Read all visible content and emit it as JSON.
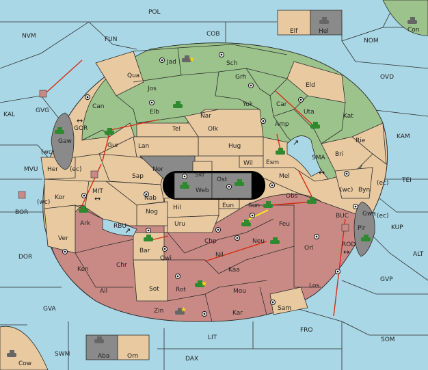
{
  "colors": {
    "sea": "#a9d7e6",
    "neutral": "#e8c9a0",
    "green": "#9cc38c",
    "red": "#c98a85",
    "grey": "#8a8a8a",
    "order_move": "#d62b12",
    "order_support": "#ffff00"
  },
  "labels": {
    "POL": "POL",
    "NVM": "NVM",
    "FUN": "FUN",
    "COB": "COB",
    "NOM": "NOM",
    "Con": "Con",
    "Elf": "Elf",
    "Hel": "Hel",
    "OVD": "OVD",
    "KAL": "KAL",
    "GVG": "GVG",
    "KAM": "KAM",
    "Jad": "Jad",
    "Sch": "Sch",
    "Qua": "Qua",
    "Jos": "Jos",
    "Grh": "Grh",
    "Eld": "Eld",
    "Can": "Can",
    "Elb": "Elb",
    "Nar": "Nar",
    "Yok": "Yok",
    "Car": "Car",
    "Uta": "Uta",
    "Kat": "Kat",
    "GOR": "GOR",
    "Gaw": "Gaw",
    "Tel": "Tel",
    "Olk": "Olk",
    "Amp": "Amp",
    "Rie": "Rie",
    "Gur": "Gur",
    "Lan": "Lan",
    "Hug": "Hug",
    "Bri": "Bri",
    "SMA": "SMA",
    "wc1": "(wc)",
    "Her": "Her",
    "MVU": "MVU",
    "Esm": "Esm",
    "Nor": "Nor",
    "Wil": "Wil",
    "ec1": "(ec)",
    "Sap": "Sap",
    "Skr": "Skr",
    "Ost": "Ost",
    "Mel": "Mel",
    "Web": "Web",
    "TEI": "TEI",
    "Byn": "Byn",
    "wc2": "(wc)",
    "ec2": "(ec)",
    "MIT": "MIT",
    "Kor": "Kor",
    "BOR": "BOR",
    "wc3": "(wc)",
    "Nab": "Nab",
    "Obs": "Obs",
    "Eun": "Eun",
    "Sun": "Sun",
    "Gwa": "Gwa",
    "ec3": "(ec)",
    "Ark": "Ark",
    "Hil": "Hil",
    "Nog": "Nog",
    "BUC": "BUC",
    "KUP": "KUP",
    "RBU": "RBU",
    "Uru": "Uru",
    "Feu": "Feu",
    "Pir": "Pir",
    "Ver": "Ver",
    "Chp": "Chp",
    "Neu": "Neu",
    "ROD": "ROD",
    "Orl": "Orl",
    "DOR": "DOR",
    "Bar": "Bar",
    "Qwi": "Qwi",
    "Nil": "Nil",
    "ALT": "ALT",
    "Ken": "Ken",
    "Chr": "Chr",
    "Kaa": "Kaa",
    "GVP": "GVP",
    "Ail": "Ail",
    "Sot": "Sot",
    "Rot": "Rot",
    "Mou": "Mou",
    "Los": "Los",
    "GVA": "GVA",
    "Sam": "Sam",
    "Zin": "Zin",
    "Kar": "Kar",
    "FRO": "FRO",
    "LIT": "LIT",
    "SOM": "SOM",
    "SWM": "SWM",
    "Aba": "Aba",
    "Orn": "Orn",
    "DAX": "DAX",
    "Cow": "Cow"
  }
}
